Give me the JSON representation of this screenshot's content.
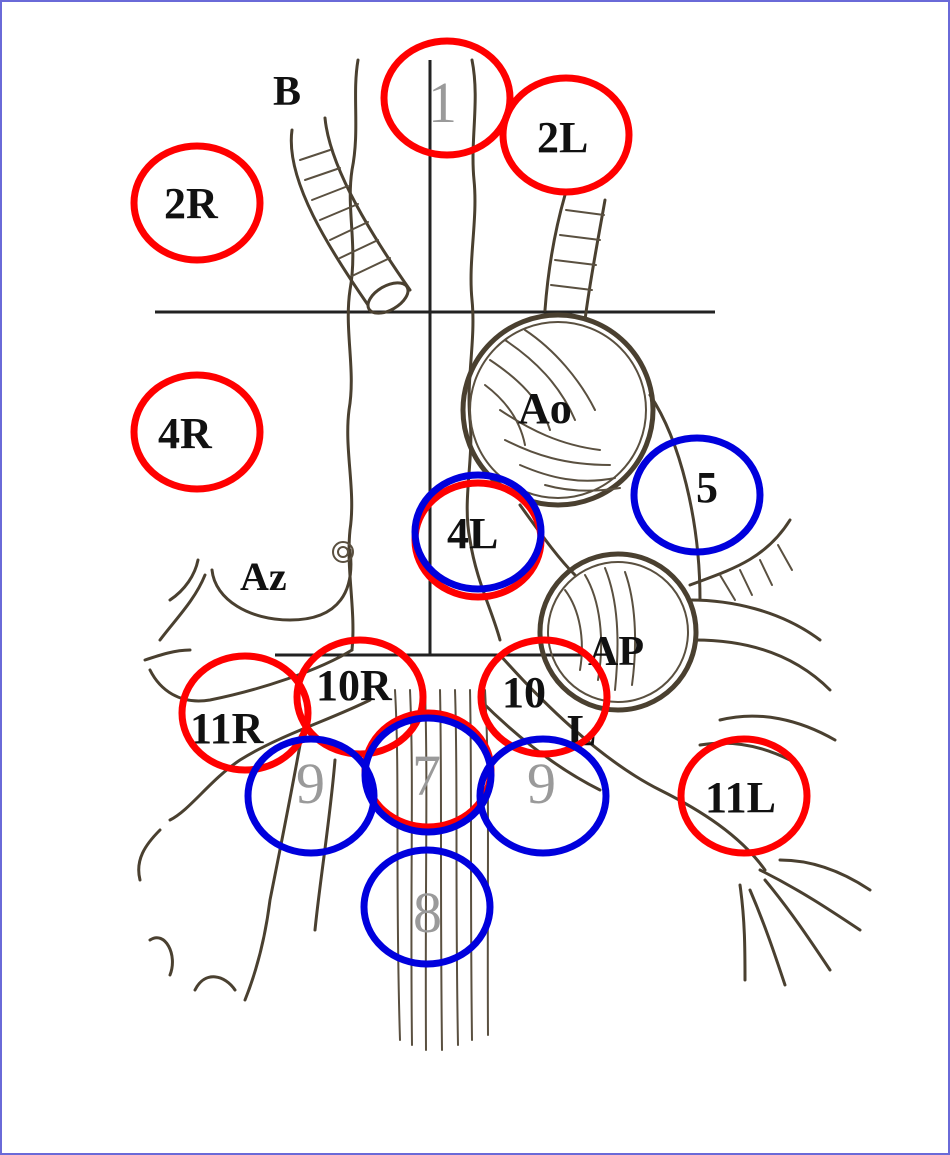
{
  "colors": {
    "frame": "#6a6ad8",
    "red_station": "#ff0000",
    "blue_station": "#0000dd",
    "ink": "#4a4030",
    "gray_label": "#9a9a9a"
  },
  "anatomy_labels": {
    "brachiocephalic": "B",
    "aorta": "Ao",
    "azygos": "Az",
    "pulmonary_artery": "AP"
  },
  "stations": {
    "s1": "1",
    "s2L": "2L",
    "s2R": "2R",
    "s4R": "4R",
    "s4L": "4L",
    "s5": "5",
    "s10R": "10R",
    "s10L_num": "10",
    "s10L_letter": "L",
    "s11R": "11R",
    "s11L": "11L",
    "s7": "7",
    "s8": "8",
    "s9_left": "9",
    "s9_right": "9"
  }
}
